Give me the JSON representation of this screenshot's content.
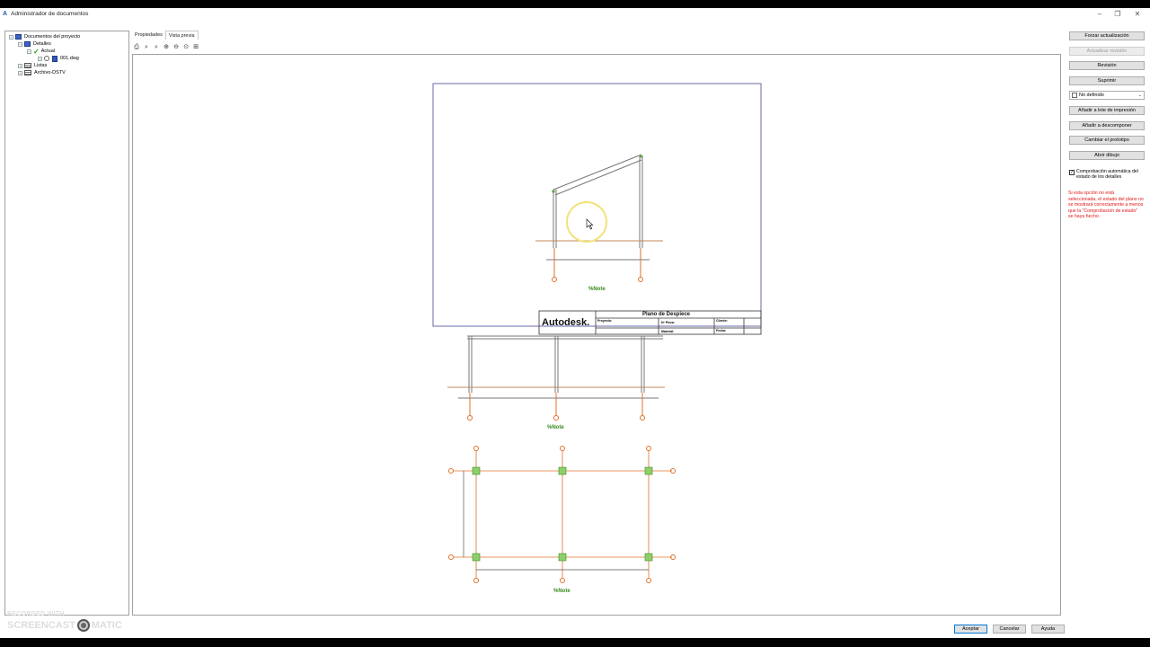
{
  "window": {
    "title": "Administrador de documentos",
    "controls": [
      "–",
      "❐",
      "✕"
    ]
  },
  "tree": {
    "items": [
      {
        "label": "Documentos del proyecto",
        "level": 0,
        "icon": "folder-icon"
      },
      {
        "label": "Detalles",
        "level": 1,
        "icon": "folder-icon"
      },
      {
        "label": "Actual",
        "level": 2,
        "icon": "check-icon"
      },
      {
        "label": "001.dwg",
        "level": 3,
        "icon": "document-icon"
      },
      {
        "label": "Listas",
        "level": 1,
        "icon": "list-icon"
      },
      {
        "label": "Archivo-DSTV",
        "level": 1,
        "icon": "list-icon"
      }
    ]
  },
  "tabs": [
    {
      "label": "Propiedades",
      "active": false
    },
    {
      "label": "Vista previa",
      "active": true
    }
  ],
  "toolbar": {
    "tools": [
      "print-icon",
      "zoom-window-icon",
      "zoom-previous-icon",
      "zoom-in-icon",
      "zoom-out-icon",
      "zoom-extents-icon",
      "zoom-all-icon"
    ]
  },
  "drawing": {
    "note_label": "%Note",
    "title_block": {
      "logo": "Autodesk.",
      "heading": "Plano de Despiece",
      "project_label": "Proyecto:",
      "piece_label": "Nº Pieza:",
      "material_label": "Material:",
      "client_label": "Cliente:",
      "date_label": "Fecha:"
    }
  },
  "actions": {
    "buttons": [
      {
        "label": "Forzar actualización",
        "enabled": true
      },
      {
        "label": "Actualizar revisión",
        "enabled": false
      },
      {
        "label": "Revisión",
        "enabled": true
      },
      {
        "label": "Suprimir",
        "enabled": true
      }
    ],
    "combo_value": "No definido",
    "buttons2": [
      {
        "label": "Añadir a lote de impresión",
        "enabled": true
      },
      {
        "label": "Añadir a descomponer",
        "enabled": true
      },
      {
        "label": "Cambiar el prototipo",
        "enabled": true
      },
      {
        "label": "Abrir dibujo",
        "enabled": true
      }
    ],
    "auto_check_label": "Comprobación automática del estado de los detalles",
    "warning_text": "Si esta opción no está seleccionada, el estado del plano no se mostrará correctamente a menos que la \"Comprobación de estado\" se haya hecho."
  },
  "footer": {
    "ok": "Aceptar",
    "cancel": "Cancelar",
    "help": "Ayuda"
  },
  "watermark": {
    "line1": "RECORDED WITH",
    "brand_left": "SCREENCAST",
    "brand_right": "MATIC"
  },
  "colors": {
    "warning": "#e01818",
    "accent": "#0078d7",
    "note": "#3a8a1e",
    "grid": "#e0702a"
  }
}
